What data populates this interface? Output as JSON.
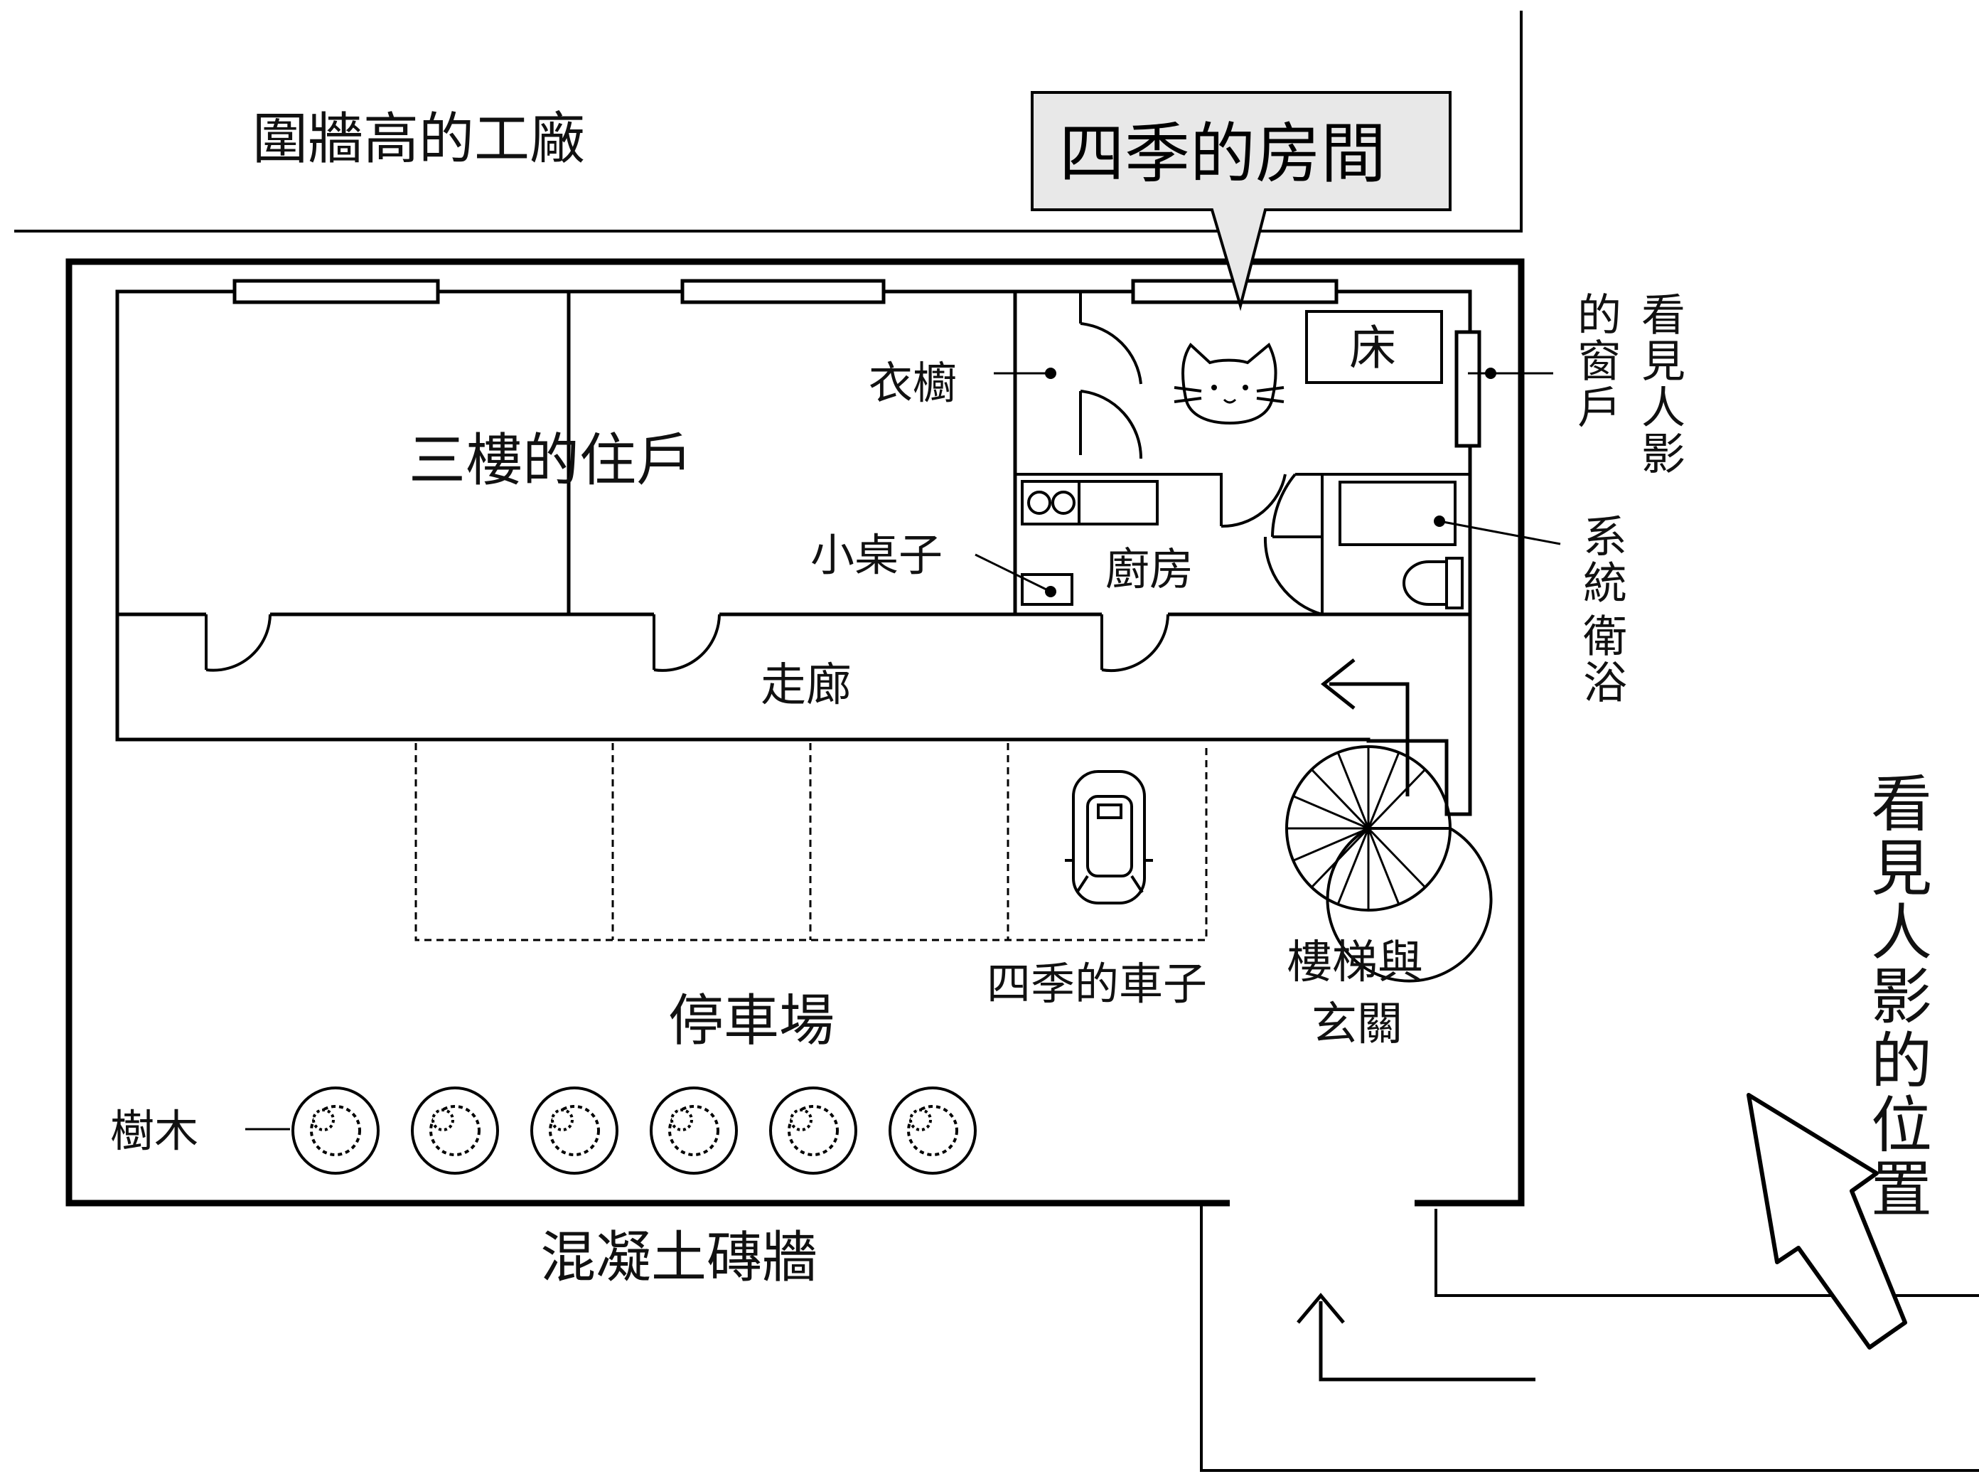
{
  "labels": {
    "factory": "圍牆高的工廠",
    "room_title": "四季的房間",
    "window_seen": [
      "看見人影",
      "的窗戶"
    ],
    "wardrobe": "衣櫥",
    "bed": "床",
    "third_floor": "三樓的住戶",
    "small_table": "小桌子",
    "kitchen": "廚房",
    "system_bath": [
      "系統",
      "衛浴"
    ],
    "corridor": "走廊",
    "parking": "停車場",
    "shiki_car": "四季的車子",
    "stairs_entrance": [
      "樓梯與",
      "玄關"
    ],
    "trees": "樹木",
    "concrete_wall": "混凝土磚牆",
    "seen_position": "看見人影的位置"
  },
  "icons": {
    "cat": "cat-face-icon",
    "car": "car-topview-icon",
    "tree": "tree-shrub-icon",
    "stairs": "spiral-stairs-icon",
    "stove": "stove-icon",
    "toilet": "toilet-icon",
    "bathtub": "bathtub-icon",
    "arrow": "arrow-icon"
  },
  "colors": {
    "line": "#000000",
    "callout_fill": "#e8e8e8",
    "background": "#ffffff"
  }
}
